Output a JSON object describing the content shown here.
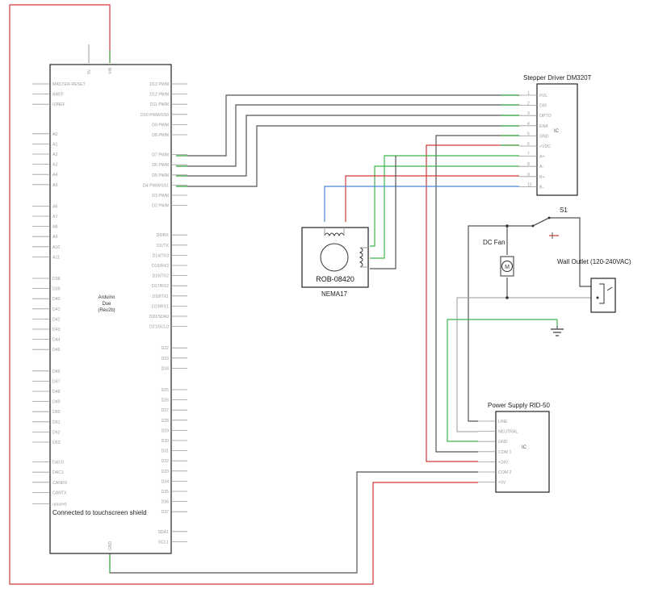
{
  "arduino": {
    "name_line1": "Arduino",
    "name_line2": "Due",
    "name_line3": "(Rev2b)",
    "note": "Connected to touchscreen shield",
    "top_pins": [
      "5V",
      "VIN"
    ],
    "bottom_pin": "GND",
    "left_pins": [
      "MASTER-RESET",
      "AREF",
      "IOREF",
      "A0",
      "A1",
      "A2",
      "A3",
      "A4",
      "A5",
      "A6",
      "A7",
      "A8",
      "A9",
      "A10",
      "A11",
      "D38",
      "D39",
      "D40",
      "D41",
      "D42",
      "D43",
      "D44",
      "D45",
      "D46",
      "D47",
      "D48",
      "D49",
      "D50",
      "D51",
      "D52",
      "D53",
      "DAC0",
      "DAC1",
      "CANRX",
      "CANTX",
      "unused"
    ],
    "right_pins": [
      "D13 PWM",
      "D12 PWM",
      "D11 PWM",
      "D10 PWM/SS0",
      "D9 PWM",
      "D8 PWM",
      "D7 PWM",
      "D6 PWM",
      "D5 PWM",
      "D4 PWM/SS1",
      "D3 PWM",
      "D2 PWM",
      "D0/RX",
      "D1/TX",
      "D14/TX3",
      "D15/RX3",
      "D16/TX2",
      "D17/RX2",
      "D18/TX1",
      "D19/RX1",
      "D20/SDA0",
      "D21/SCL0",
      "D22",
      "D23",
      "D24",
      "D25",
      "D26",
      "D27",
      "D28",
      "D29",
      "D30",
      "D31",
      "D32",
      "D33",
      "D34",
      "D35",
      "D36",
      "D37",
      "SDA1",
      "SCL1"
    ]
  },
  "stepper_driver": {
    "title": "Stepper Driver DM320T",
    "ic_label": "IC",
    "pins": [
      "PUL",
      "DIR",
      "OPTO",
      "ENA",
      "GND",
      "+VDC",
      "A+",
      "A-",
      "B+",
      "B-"
    ],
    "pin_numbers": [
      "1",
      "2",
      "3",
      "4",
      "5",
      "6",
      "7",
      "8",
      "9",
      "10"
    ]
  },
  "motor": {
    "label": "ROB-08420",
    "name": "NEMA17"
  },
  "fan": {
    "label": "DC Fan",
    "symbol": "M"
  },
  "switch": {
    "label": "S1"
  },
  "outlet": {
    "label": "Wall Outlet (120-240VAC)"
  },
  "power_supply": {
    "title": "Power Supply RID-50",
    "ic_label": "IC",
    "pins": [
      "LINE",
      "NEUTRAL",
      "GND",
      "COM 1",
      "+24V",
      "COM 2",
      "+5V"
    ]
  }
}
